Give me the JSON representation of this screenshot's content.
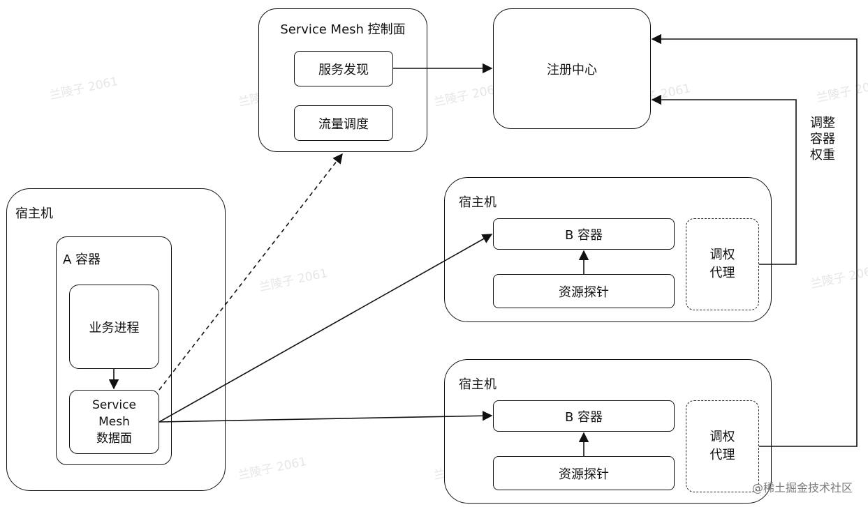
{
  "control_plane": {
    "title": "Service Mesh 控制面",
    "service_discovery": "服务发现",
    "traffic_scheduling": "流量调度"
  },
  "registry": {
    "label": "注册中心"
  },
  "adjust_weight_label": "调整\n容器\n权重",
  "host_a": {
    "title": "宿主机",
    "container": {
      "title": "A 容器",
      "business_process": "业务进程",
      "data_plane": "Service\nMesh\n数据面"
    }
  },
  "host_b1": {
    "title": "宿主机",
    "container": "B 容器",
    "probe": "资源探针",
    "weight_proxy": "调权\n代理"
  },
  "host_b2": {
    "title": "宿主机",
    "container": "B 容器",
    "probe": "资源探针",
    "weight_proxy": "调权\n代理"
  },
  "watermark": "兰陵子 2061",
  "footer": "@稀土掘金技术社区",
  "colors": {
    "stroke": "#111111",
    "watermark": "#e6e6e6",
    "footer": "#7a7a7a"
  }
}
